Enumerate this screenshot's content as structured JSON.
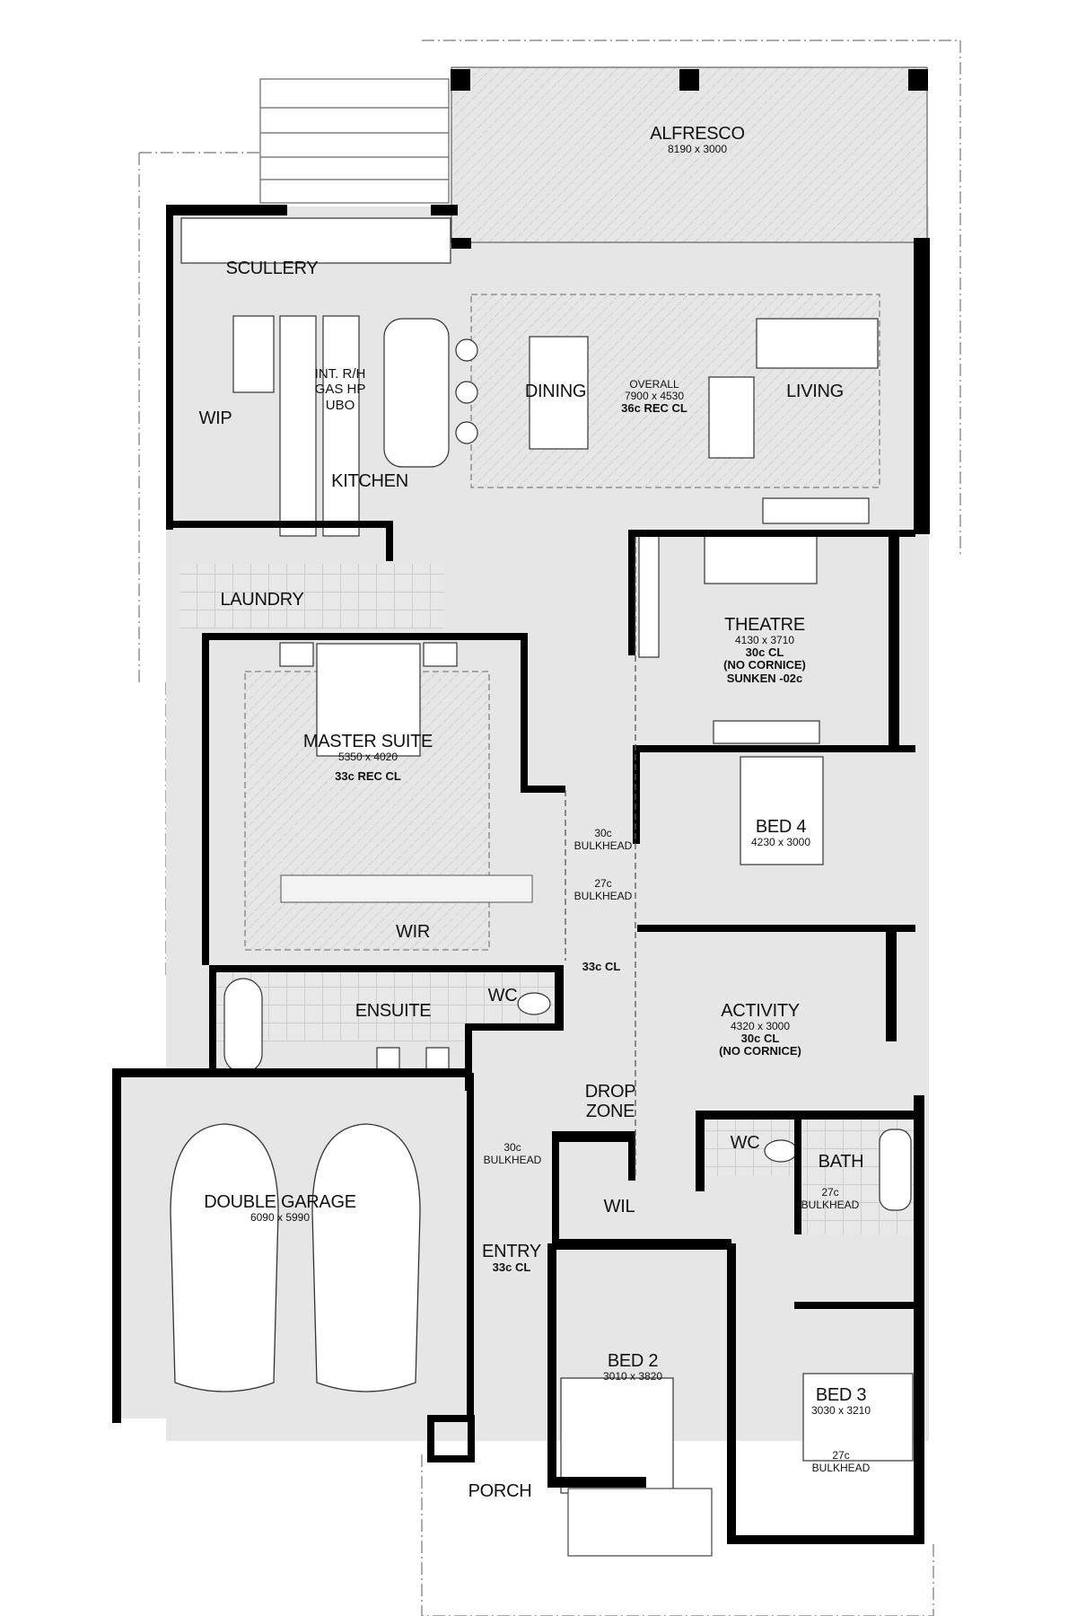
{
  "plan": {
    "colors": {
      "wall": "#000000",
      "floor": "#e6e6e6",
      "outside": "#ffffff",
      "hatch": "#c8c8c8",
      "tile": "#cfcfcf",
      "line": "#555555"
    },
    "rooms": [
      {
        "id": "alfresco",
        "name": "ALFRESCO",
        "dims": "8190 x 3000"
      },
      {
        "id": "scullery",
        "name": "SCULLERY"
      },
      {
        "id": "wip",
        "name": "WIP"
      },
      {
        "id": "kitchen",
        "name": "KITCHEN",
        "note": [
          "INT. R/H",
          "GAS HP",
          "UBO"
        ]
      },
      {
        "id": "dining",
        "name": "DINING"
      },
      {
        "id": "living",
        "name": "LIVING",
        "overall": "OVERALL",
        "dims": "7900 x 4530",
        "ceiling": "36c REC CL"
      },
      {
        "id": "laundry",
        "name": "LAUNDRY"
      },
      {
        "id": "theatre",
        "name": "THEATRE",
        "dims": "4130 x 3710",
        "ceiling": "30c CL",
        "extra": [
          "(NO CORNICE)",
          "SUNKEN -02c"
        ]
      },
      {
        "id": "master",
        "name": "MASTER SUITE",
        "dims": "5350 x 4020",
        "ceiling": "33c REC CL"
      },
      {
        "id": "bed4",
        "name": "BED 4",
        "dims": "4230 x 3000"
      },
      {
        "id": "wir",
        "name": "WIR"
      },
      {
        "id": "ensuite",
        "name": "ENSUITE"
      },
      {
        "id": "wc1",
        "name": "WC"
      },
      {
        "id": "activity",
        "name": "ACTIVITY",
        "dims": "4320 x 3000",
        "ceiling": "30c CL",
        "extra": [
          "(NO CORNICE)"
        ]
      },
      {
        "id": "hall",
        "ceiling": "33c CL"
      },
      {
        "id": "dropzone",
        "name": [
          "DROP",
          "ZONE"
        ]
      },
      {
        "id": "garage",
        "name": "DOUBLE GARAGE",
        "dims": "6090 x 5990"
      },
      {
        "id": "wc2",
        "name": "WC"
      },
      {
        "id": "bath",
        "name": "BATH"
      },
      {
        "id": "wil",
        "name": "WIL"
      },
      {
        "id": "entry",
        "name": "ENTRY",
        "ceiling": "33c CL"
      },
      {
        "id": "bed2",
        "name": "BED 2",
        "dims": "3010 x 3820"
      },
      {
        "id": "bed3",
        "name": "BED 3",
        "dims": "3030 x 3210"
      },
      {
        "id": "porch",
        "name": "PORCH"
      }
    ],
    "bulkheads": [
      {
        "id": "bh1",
        "height": "30c",
        "label": "BULKHEAD"
      },
      {
        "id": "bh2",
        "height": "27c",
        "label": "BULKHEAD"
      },
      {
        "id": "bh3",
        "height": "30c",
        "label": "BULKHEAD"
      },
      {
        "id": "bh4",
        "height": "27c",
        "label": "BULKHEAD"
      },
      {
        "id": "bh5",
        "height": "27c",
        "label": "BULKHEAD"
      }
    ]
  }
}
